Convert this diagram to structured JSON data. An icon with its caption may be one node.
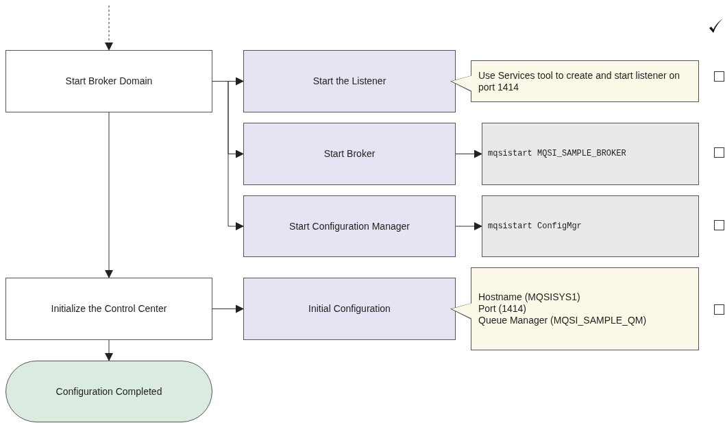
{
  "diagram": {
    "nodes": [
      {
        "text": [
          "Start Broker Domain"
        ]
      },
      {
        "text": [
          "Start the Listener"
        ]
      },
      {
        "text": [
          "Use Services tool to create and start listener on port 1414"
        ]
      },
      {
        "text": [
          "Start Broker"
        ]
      },
      {
        "text": [
          "mqsistart MQSI_SAMPLE_BROKER"
        ]
      },
      {
        "text": [
          "Start Configuration Manager"
        ]
      },
      {
        "text": [
          "mqsistart ConfigMgr"
        ]
      },
      {
        "text": [
          "Initialize the Control Center"
        ]
      },
      {
        "text": [
          "Initial Configuration"
        ]
      },
      {
        "text": [
          "Hostname (MQSISYS1)",
          "Port (1414)",
          "Queue Manager (MQSI_SAMPLE_QM)"
        ]
      },
      {
        "text": [
          "Configuration Completed"
        ]
      }
    ],
    "edges": [
      {
        "from": null,
        "to": 0,
        "arrow": "to",
        "style": "dashed"
      },
      {
        "from": 0,
        "to": 1,
        "arrow": "to"
      },
      {
        "from": 0,
        "to": 3,
        "arrow": "to"
      },
      {
        "from": 0,
        "to": 5,
        "arrow": "to"
      },
      {
        "from": 3,
        "to": 4,
        "arrow": "to"
      },
      {
        "from": 5,
        "to": 6,
        "arrow": "to"
      },
      {
        "from": 0,
        "to": 7,
        "arrow": "to"
      },
      {
        "from": 7,
        "to": 8,
        "arrow": "to"
      },
      {
        "from": 7,
        "to": 10,
        "arrow": "to"
      }
    ]
  }
}
